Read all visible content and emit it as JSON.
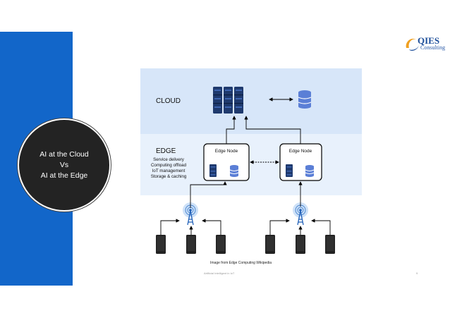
{
  "sidebar": {
    "circle_lines": [
      "AI at  the Cloud",
      "Vs",
      "AI at the Edge"
    ]
  },
  "logo": {
    "brand": "QIES",
    "sub": "Consulting"
  },
  "diagram": {
    "cloud_label": "CLOUD",
    "edge_label": "EDGE",
    "edge_services": [
      "Service delivery",
      "Computing offload",
      "IoT management",
      "Storage & caching"
    ],
    "edge_node_left": "Edge Node",
    "edge_node_right": "Edge Node"
  },
  "caption": "Image from Edge Computing Wikipedia",
  "footer": {
    "left": "Artificial Intelligent in IoT",
    "page": "9"
  },
  "colors": {
    "accent_blue": "#1266c9",
    "cloud_band": "#d7e6f9",
    "edge_band": "#e8f1fc",
    "server_dark": "#1f3a6e",
    "db_blue": "#5b7fd6"
  }
}
